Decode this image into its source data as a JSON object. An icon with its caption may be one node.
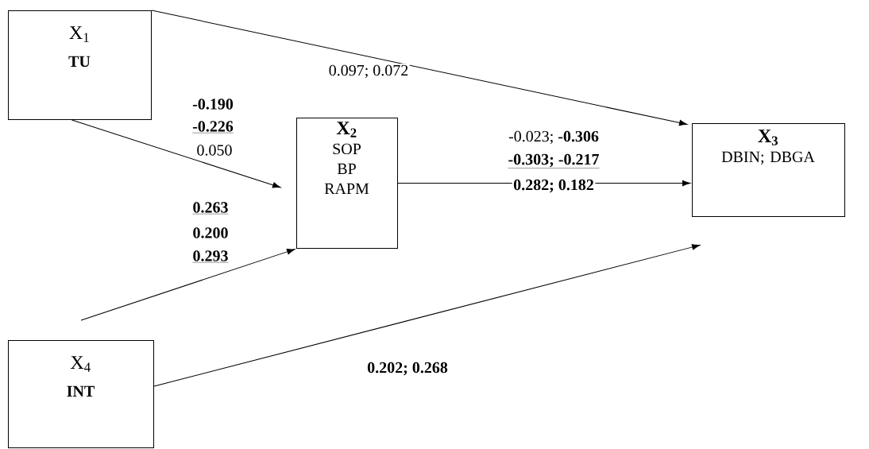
{
  "diagram": {
    "nodes": [
      {
        "text": [
          "X$_{1}$",
          "TU"
        ]
      },
      {
        "text": [
          "X$_{2}$",
          "SOP BP RAPM"
        ]
      },
      {
        "text": [
          "X$_{3}$",
          "DBIN; DBGA"
        ]
      },
      {
        "text": [
          "X$_{4}$",
          "INT"
        ]
      }
    ],
    "edges": [
      {
        "from": 0,
        "to": 2,
        "arrow": "to"
      },
      {
        "from": 0,
        "to": 1,
        "arrow": "to"
      },
      {
        "from": 1,
        "to": 2,
        "arrow": "to"
      },
      {
        "from": 3,
        "to": 1,
        "arrow": "to"
      },
      {
        "from": 3,
        "to": 2,
        "arrow": "to"
      }
    ],
    "labels": [
      "0.097; 0.072",
      "-0.190",
      "-0.226",
      "0.050",
      "-0.023; **-0.306**",
      "-0.303; -0.217",
      "0.282; 0.182",
      "0.263",
      "0.200",
      "0.293",
      "0.202; 0.268"
    ]
  }
}
